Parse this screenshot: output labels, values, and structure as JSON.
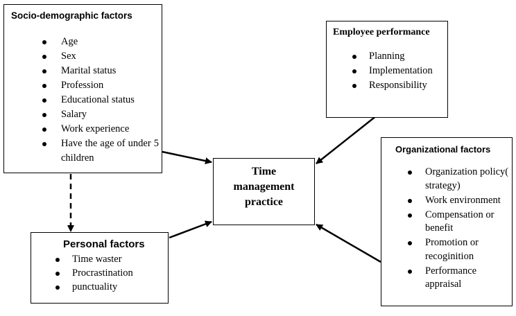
{
  "socio": {
    "title": "Socio-demographic factors",
    "items": [
      "Age",
      "Sex",
      "Marital status",
      "Profession",
      "Educational status",
      "Salary",
      "Work experience",
      "Have the age of under 5 children"
    ]
  },
  "employee": {
    "title": "Employee performance",
    "items": [
      "Planning",
      "Implementation",
      "Responsibility"
    ]
  },
  "center": {
    "line1": "Time",
    "line2": "management",
    "line3": "practice"
  },
  "organizational": {
    "title": "Organizational factors",
    "items": [
      "Organization policy( strategy)",
      "Work environment",
      "Compensation or benefit",
      "Promotion or recoginition",
      "Performance appraisal"
    ]
  },
  "personal": {
    "title": "Personal factors",
    "items": [
      "Time waster",
      "Procrastination",
      "punctuality"
    ]
  }
}
